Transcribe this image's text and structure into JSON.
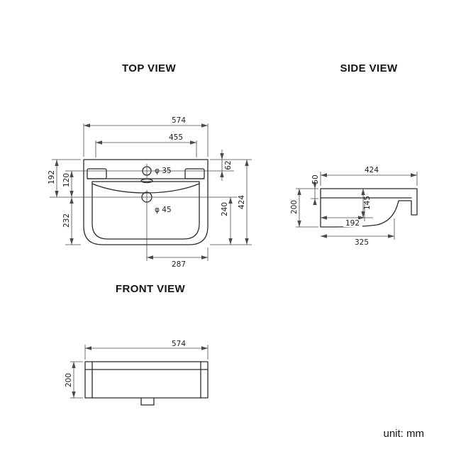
{
  "colors": {
    "line": "#2b2b2b",
    "dim": "#4a4a4a"
  },
  "titles": {
    "top": "TOP VIEW",
    "side": "SIDE VIEW",
    "front": "FRONT VIEW"
  },
  "unit": "unit: mm",
  "top_view": {
    "dims": {
      "overall_width": "574",
      "inner_width": "455",
      "back_to_faucet": "62",
      "back_to_drain": "192",
      "faucet_to_drain": "120",
      "drain_to_front": "232",
      "drain_to_front_edge": "240",
      "overall_depth": "424",
      "center_to_side": "287"
    },
    "labels": {
      "faucet_hole": "φ 35",
      "drain_hole": "φ 45"
    }
  },
  "side_view": {
    "dims": {
      "overall_depth": "424",
      "rim_height": "50",
      "bowl_depth": "145",
      "overall_height": "200",
      "back_to_drain": "192",
      "bowl_length": "325"
    }
  },
  "front_view": {
    "dims": {
      "overall_width": "574",
      "overall_height": "200"
    }
  }
}
